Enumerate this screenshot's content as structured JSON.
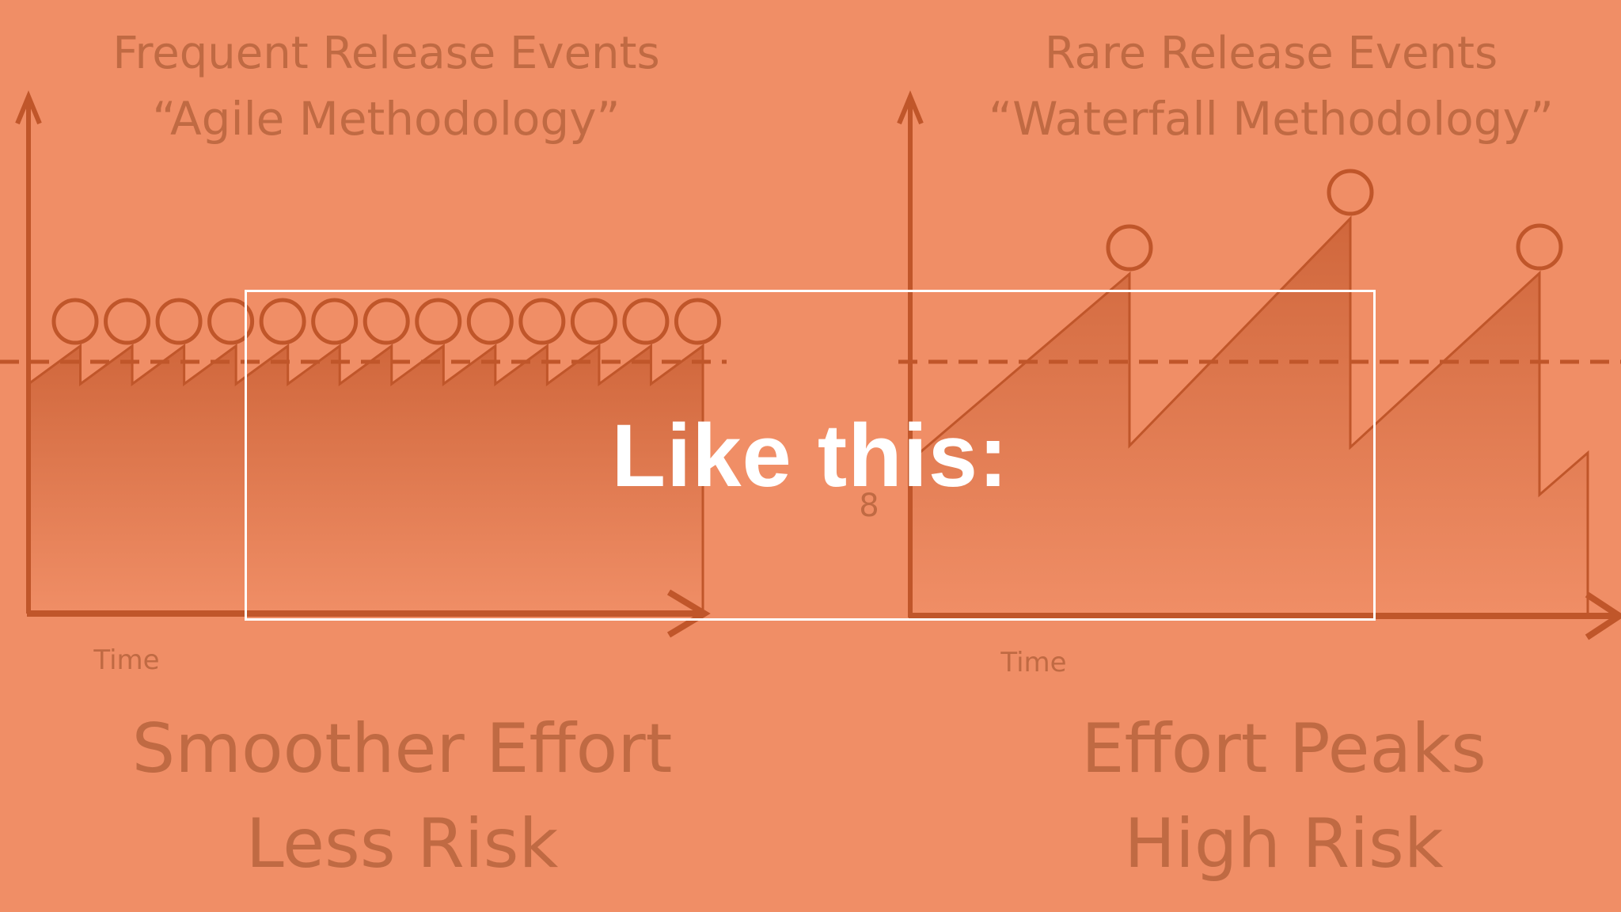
{
  "colors": {
    "background": "#f08e66",
    "diagram_ink": "#c0562a",
    "diagram_text": "#c06a43",
    "overlay": "#ffffff"
  },
  "left_panel": {
    "title_line1": "Frequent Release Events",
    "title_line2": "“Agile Methodology”",
    "time_label": "Time",
    "caption_line1": "Smoother Effort",
    "caption_line2": "Less Risk",
    "release_event_count": 13
  },
  "right_panel": {
    "title_line1": "Rare Release Events",
    "title_line2": "“Waterfall Methodology”",
    "time_label": "Time",
    "caption_line1": "Effort Peaks",
    "caption_line2": "High Risk",
    "release_event_count": 3
  },
  "overlay": {
    "text": "Like this:"
  }
}
